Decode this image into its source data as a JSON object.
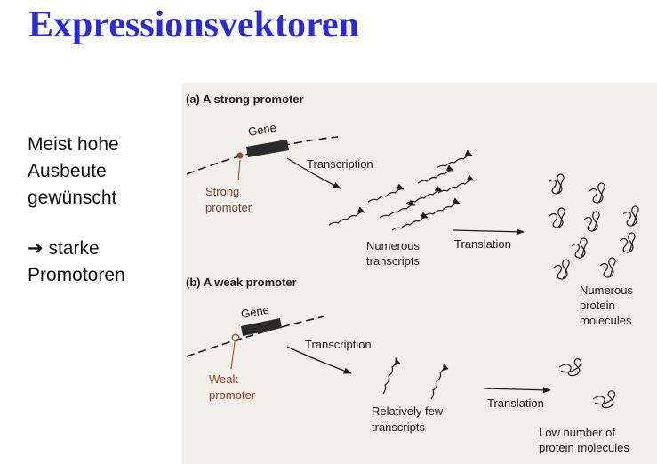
{
  "slide": {
    "title": "Expressionsvektoren",
    "bullet_lines": [
      "Meist hohe",
      "Ausbeute",
      "gewünscht"
    ],
    "arrow_glyph": "➔",
    "conclusion_lines": [
      "starke",
      "Promotoren"
    ]
  },
  "figure": {
    "panel_a": {
      "heading": "(a)  A strong promoter",
      "gene": "Gene",
      "promoter_lines": [
        "Strong",
        "promoter"
      ],
      "transcription": "Transcription",
      "transcripts_lines": [
        "Numerous",
        "transcripts"
      ],
      "translation": "Translation",
      "proteins_lines": [
        "Numerous",
        "protein",
        "molecules"
      ]
    },
    "panel_b": {
      "heading": "(b)  A weak promoter",
      "gene": "Gene",
      "promoter_lines": [
        "Weak",
        "promoter"
      ],
      "transcription": "Transcription",
      "transcripts_lines": [
        "Relatively few",
        "transcripts"
      ],
      "translation": "Translation",
      "proteins_lines": [
        "Low number of",
        "protein molecules"
      ]
    },
    "colors": {
      "promoter": "#a0402a",
      "title": "#2b2bd4"
    }
  }
}
